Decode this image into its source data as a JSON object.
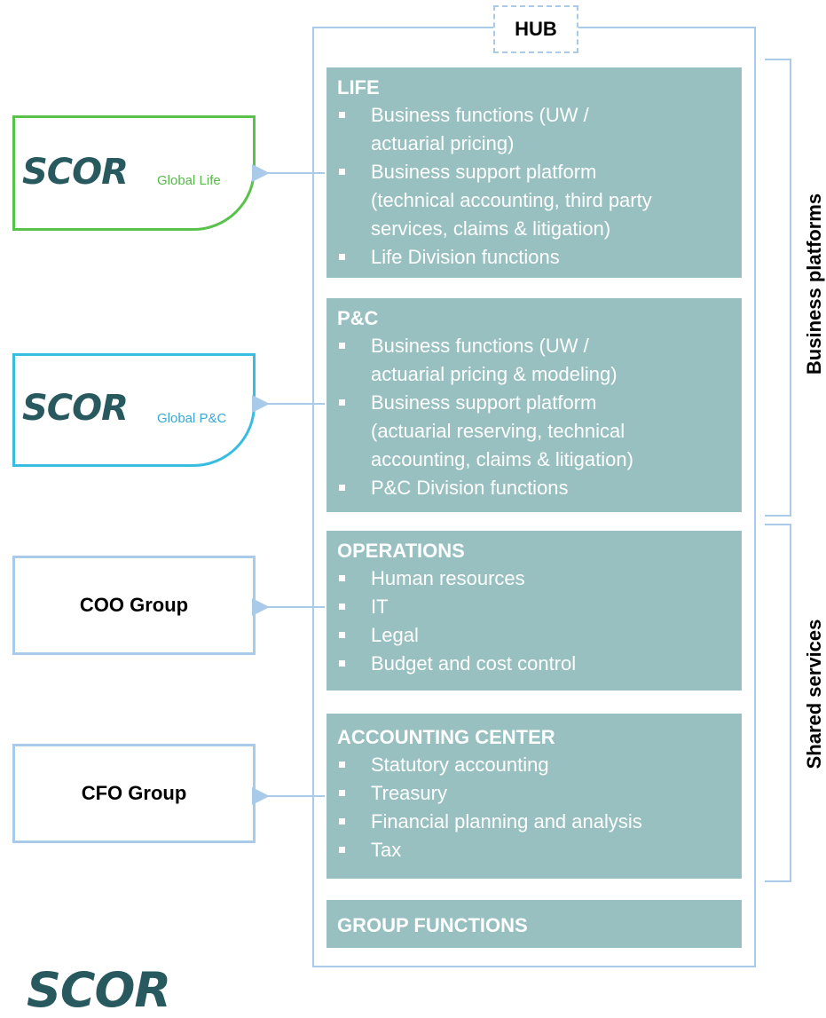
{
  "hub": {
    "label": "HUB"
  },
  "sections": {
    "life": {
      "title": "LIFE",
      "bullets": [
        "Business functions (UW /",
        "actuarial pricing)",
        "Business support platform",
        "(technical accounting, third party",
        "services, claims & litigation)",
        "Life Division functions"
      ]
    },
    "pc": {
      "title": "P&C",
      "bullets": [
        "Business functions (UW /",
        "actuarial pricing & modeling)",
        "Business support platform",
        "(actuarial reserving, technical",
        "accounting, claims & litigation)",
        "P&C Division functions"
      ]
    },
    "operations": {
      "title": "OPERATIONS",
      "bullets": [
        "Human resources",
        "IT",
        "Legal",
        "Budget and cost control"
      ]
    },
    "accounting": {
      "title": "ACCOUNTING CENTER",
      "bullets": [
        "Statutory accounting",
        "Treasury",
        "Financial planning and analysis",
        "Tax"
      ]
    },
    "group": {
      "title": "GROUP FUNCTIONS"
    }
  },
  "left_boxes": {
    "life": {
      "logo": "SCOR",
      "sub": "Global Life"
    },
    "pc": {
      "logo": "SCOR",
      "sub": "Global P&C"
    },
    "coo": {
      "label": "COO Group"
    },
    "cfo": {
      "label": "CFO Group"
    }
  },
  "brackets": {
    "business": "Business platforms",
    "shared": "Shared services"
  },
  "footer": {
    "logo": "SCOR"
  },
  "colors": {
    "section_bg": "#98c0c1",
    "frame": "#a9cbe9",
    "life_border": "#58c24a",
    "pc_border": "#38bde0",
    "logo_text": "#27595f"
  }
}
